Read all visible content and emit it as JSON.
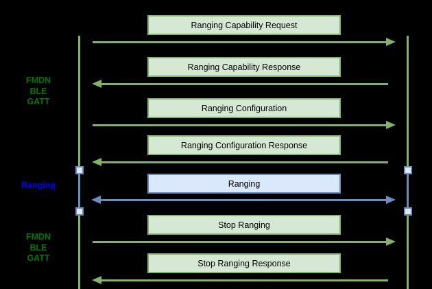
{
  "diagram": {
    "type": "sequence-diagram",
    "background": "#000000"
  },
  "phases": [
    {
      "id": "fmdn-ble-gatt-top",
      "lines": [
        "FMDN",
        "BLE",
        "GATT"
      ],
      "color": "#007700"
    },
    {
      "id": "ranging",
      "lines": [
        "Ranging"
      ],
      "color": "#0000ff"
    },
    {
      "id": "fmdn-ble-gatt-bottom",
      "lines": [
        "FMDN",
        "BLE",
        "GATT"
      ],
      "color": "#007700"
    }
  ],
  "messages": [
    {
      "label": "Ranging Capability Request",
      "direction": "right",
      "style": "green"
    },
    {
      "label": "Ranging Capability Response",
      "direction": "left",
      "style": "green"
    },
    {
      "label": "Ranging Configuration",
      "direction": "right",
      "style": "green"
    },
    {
      "label": "Ranging Configuration Response",
      "direction": "left",
      "style": "green"
    },
    {
      "label": "Ranging",
      "direction": "both",
      "style": "blue"
    },
    {
      "label": "Stop Ranging",
      "direction": "right",
      "style": "green"
    },
    {
      "label": "Stop Ranging Response",
      "direction": "left",
      "style": "green"
    }
  ],
  "colors": {
    "green_box_fill": "#d5e8d4",
    "green_stroke": "#82b366",
    "blue_box_fill": "#dae8fc",
    "blue_stroke": "#6c8ebf",
    "phase_green_text": "#007700",
    "phase_blue_text": "#0000ff",
    "box_text": "#000000",
    "background": "#000000"
  }
}
